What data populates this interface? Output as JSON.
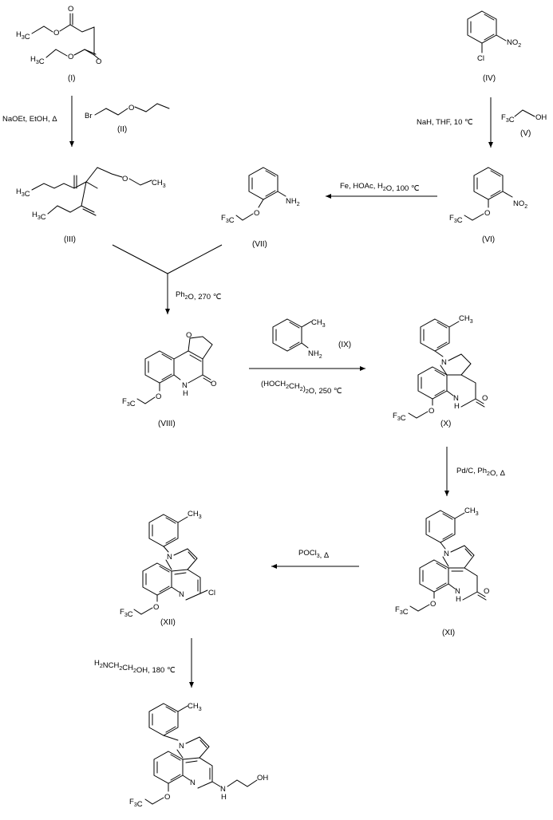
{
  "compounds": {
    "I": {
      "label": "(I)",
      "atoms": {
        "me1": "H3C",
        "me2": "H3C",
        "o1": "O",
        "o2": "O",
        "o3": "O",
        "o4": "O"
      }
    },
    "II": {
      "label": "(II)",
      "atoms": {
        "br": "Br",
        "o": "O"
      }
    },
    "III": {
      "label": "(III)",
      "atoms": {
        "me1": "H3C",
        "me2": "H3C",
        "me3": "CH3",
        "o": "O"
      }
    },
    "IV": {
      "label": "(IV)",
      "atoms": {
        "cl": "Cl",
        "no2": "NO2"
      }
    },
    "V": {
      "label": "(V)",
      "atoms": {
        "cf3": "F3C",
        "oh": "OH"
      }
    },
    "VI": {
      "label": "(VI)",
      "atoms": {
        "cf3": "F3C",
        "o": "O",
        "no2": "NO2"
      }
    },
    "VII": {
      "label": "(VII)",
      "atoms": {
        "cf3": "F3C",
        "o": "O",
        "nh2": "NH2"
      }
    },
    "VIII": {
      "label": "(VIII)",
      "atoms": {
        "cf3": "F3C",
        "o1": "O",
        "o2": "O",
        "n": "N",
        "h": "H",
        "o3": "O"
      }
    },
    "IX": {
      "label": "(IX)",
      "atoms": {
        "ch3": "CH3",
        "nh2": "NH2"
      }
    },
    "X": {
      "label": "(X)",
      "atoms": {
        "cf3": "F3C",
        "n1": "N",
        "o1": "O",
        "n": "N",
        "h": "H",
        "o2": "O",
        "ch3": "CH3"
      }
    },
    "XI": {
      "label": "(XI)",
      "atoms": {
        "cf3": "F3C",
        "n1": "N",
        "o1": "O",
        "n": "N",
        "h": "H",
        "o2": "O",
        "ch3": "CH3"
      }
    },
    "XII": {
      "label": "(XII)",
      "atoms": {
        "cf3": "F3C",
        "n1": "N",
        "o1": "O",
        "n": "N",
        "cl": "Cl",
        "ch3": "CH3"
      }
    },
    "final": {
      "label": "",
      "atoms": {
        "cf3": "F3C",
        "n1": "N",
        "o1": "O",
        "n": "N",
        "nh": "N",
        "h": "H",
        "oh": "OH",
        "ch3": "CH3"
      }
    }
  },
  "conditions": {
    "step1": "NaOEt, EtOH, Δ",
    "step2": "NaH, THF, 10 ℃",
    "step3": "Fe, HOAc, H2O, 100 ℃",
    "step4": "Ph2O, 270 ℃",
    "step5": "(HOCH2CH2)2O, 250 ℃",
    "step6": "Pd/C, Ph2O, Δ",
    "step7": "POCl3, Δ",
    "step8": "H2NCH2CH2OH, 180 ℃"
  }
}
